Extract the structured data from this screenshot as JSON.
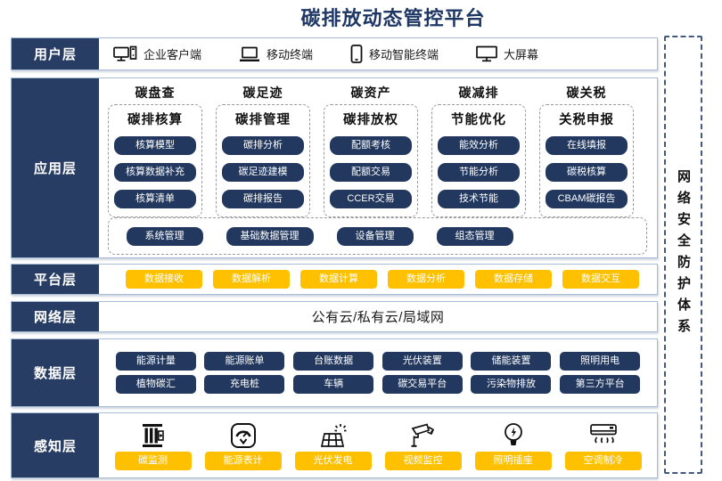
{
  "title": "碳排放动态管控平台",
  "security_sidebar": {
    "label": "网络安全防护体系"
  },
  "colors": {
    "navy_label": "#273D64",
    "navy_button": "#22385F",
    "title_navy": "#1E3765",
    "yellow": "#FFC000",
    "row_border": "#A9BCD6"
  },
  "layers": {
    "user": {
      "label": "用户层",
      "items": [
        {
          "icon": "desktop-pc-icon",
          "label": "企业客户端"
        },
        {
          "icon": "laptop-icon",
          "label": "移动终端"
        },
        {
          "icon": "smartphone-icon",
          "label": "移动智能终端"
        },
        {
          "icon": "big-screen-icon",
          "label": "大屏幕"
        }
      ]
    },
    "app": {
      "label": "应用层",
      "columns": [
        {
          "header": "碳盘查",
          "subtitle": "碳排核算",
          "items": [
            "核算模型",
            "核算数据补充",
            "核算清单"
          ]
        },
        {
          "header": "碳足迹",
          "subtitle": "碳排管理",
          "items": [
            "碳排分析",
            "碳足迹建模",
            "碳排报告"
          ]
        },
        {
          "header": "碳资产",
          "subtitle": "碳排放权",
          "items": [
            "配额考核",
            "配额交易",
            "CCER交易"
          ]
        },
        {
          "header": "碳减排",
          "subtitle": "节能优化",
          "items": [
            "能效分析",
            "节能分析",
            "技术节能"
          ]
        },
        {
          "header": "碳关税",
          "subtitle": "关税申报",
          "items": [
            "在线填报",
            "碳税核算",
            "CBAM碳报告"
          ]
        }
      ],
      "management": [
        "系统管理",
        "基础数据管理",
        "设备管理",
        "组态管理"
      ]
    },
    "platform": {
      "label": "平台层",
      "items": [
        "数据接收",
        "数据解析",
        "数据计算",
        "数据分析",
        "数据存储",
        "数据交互"
      ]
    },
    "network": {
      "label": "网络层",
      "text": "公有云/私有云/局域网"
    },
    "data": {
      "label": "数据层",
      "rows": [
        [
          "能源计量",
          "能源账单",
          "台账数据",
          "光伏装置",
          "储能装置",
          "照明用电"
        ],
        [
          "植物碳汇",
          "充电桩",
          "车辆",
          "碳交易平台",
          "污染物排放",
          "第三方平台"
        ]
      ]
    },
    "perception": {
      "label": "感知层",
      "items": [
        {
          "icon": "carbon-monitor-icon",
          "label": "碳监测"
        },
        {
          "icon": "energy-meter-icon",
          "label": "能源表计"
        },
        {
          "icon": "solar-panel-icon",
          "label": "光伏发电"
        },
        {
          "icon": "cctv-camera-icon",
          "label": "视频监控"
        },
        {
          "icon": "light-bulb-icon",
          "label": "照明插座"
        },
        {
          "icon": "air-conditioner-icon",
          "label": "空调制冷"
        }
      ]
    }
  }
}
